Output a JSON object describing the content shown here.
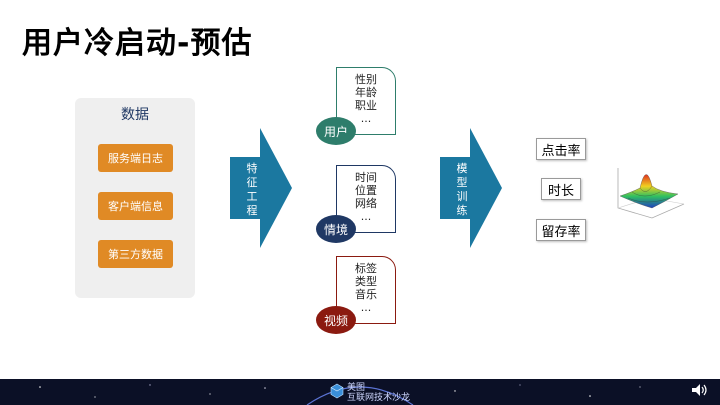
{
  "title": "用户冷启动-预估",
  "data_panel": {
    "title": "数据",
    "items": [
      "服务端日志",
      "客户端信息",
      "第三方数据"
    ]
  },
  "arrow1": {
    "label": "特\n征\n工\n程"
  },
  "features": [
    {
      "circle": "用户",
      "lines": [
        "性别",
        "年龄",
        "职业",
        "..."
      ],
      "color": "#2e7d6b"
    },
    {
      "circle": "情境",
      "lines": [
        "时间",
        "位置",
        "网络",
        "..."
      ],
      "color": "#1f3864"
    },
    {
      "circle": "视频",
      "lines": [
        "标签",
        "类型",
        "音乐",
        "..."
      ],
      "color": "#8b1a10"
    }
  ],
  "arrow2": {
    "label": "模\n型\n训\n练"
  },
  "outputs": [
    "点击率",
    "时长",
    "留存率"
  ],
  "footer": {
    "logo_line1": "美图",
    "logo_line2": "互联网技术沙龙"
  },
  "colors": {
    "arrow": "#1b78a0",
    "button": "#e08a25"
  },
  "icons": [
    "3d-surface-plot-icon",
    "speaker-icon",
    "cube-logo-icon"
  ]
}
